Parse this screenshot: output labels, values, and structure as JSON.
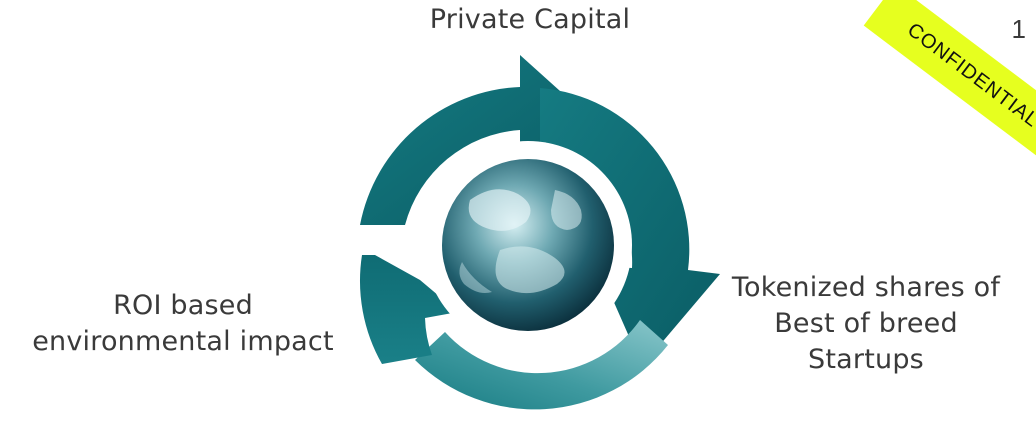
{
  "labels": {
    "top": "Private Capital",
    "left_line1": "ROI based",
    "left_line2": "environmental impact",
    "right_line1": "Tokenized shares of",
    "right_line2": "Best of breed",
    "right_line3": "Startups"
  },
  "page_number": "1",
  "stamp_text": "CONFIDENTIAL",
  "colors": {
    "arrow_dark": "#0b5e66",
    "arrow_mid": "#2e8b92",
    "arrow_light": "#7fc0c4",
    "stamp": "#e6ff1f"
  },
  "icons": {
    "center": "earth-globe-icon"
  }
}
